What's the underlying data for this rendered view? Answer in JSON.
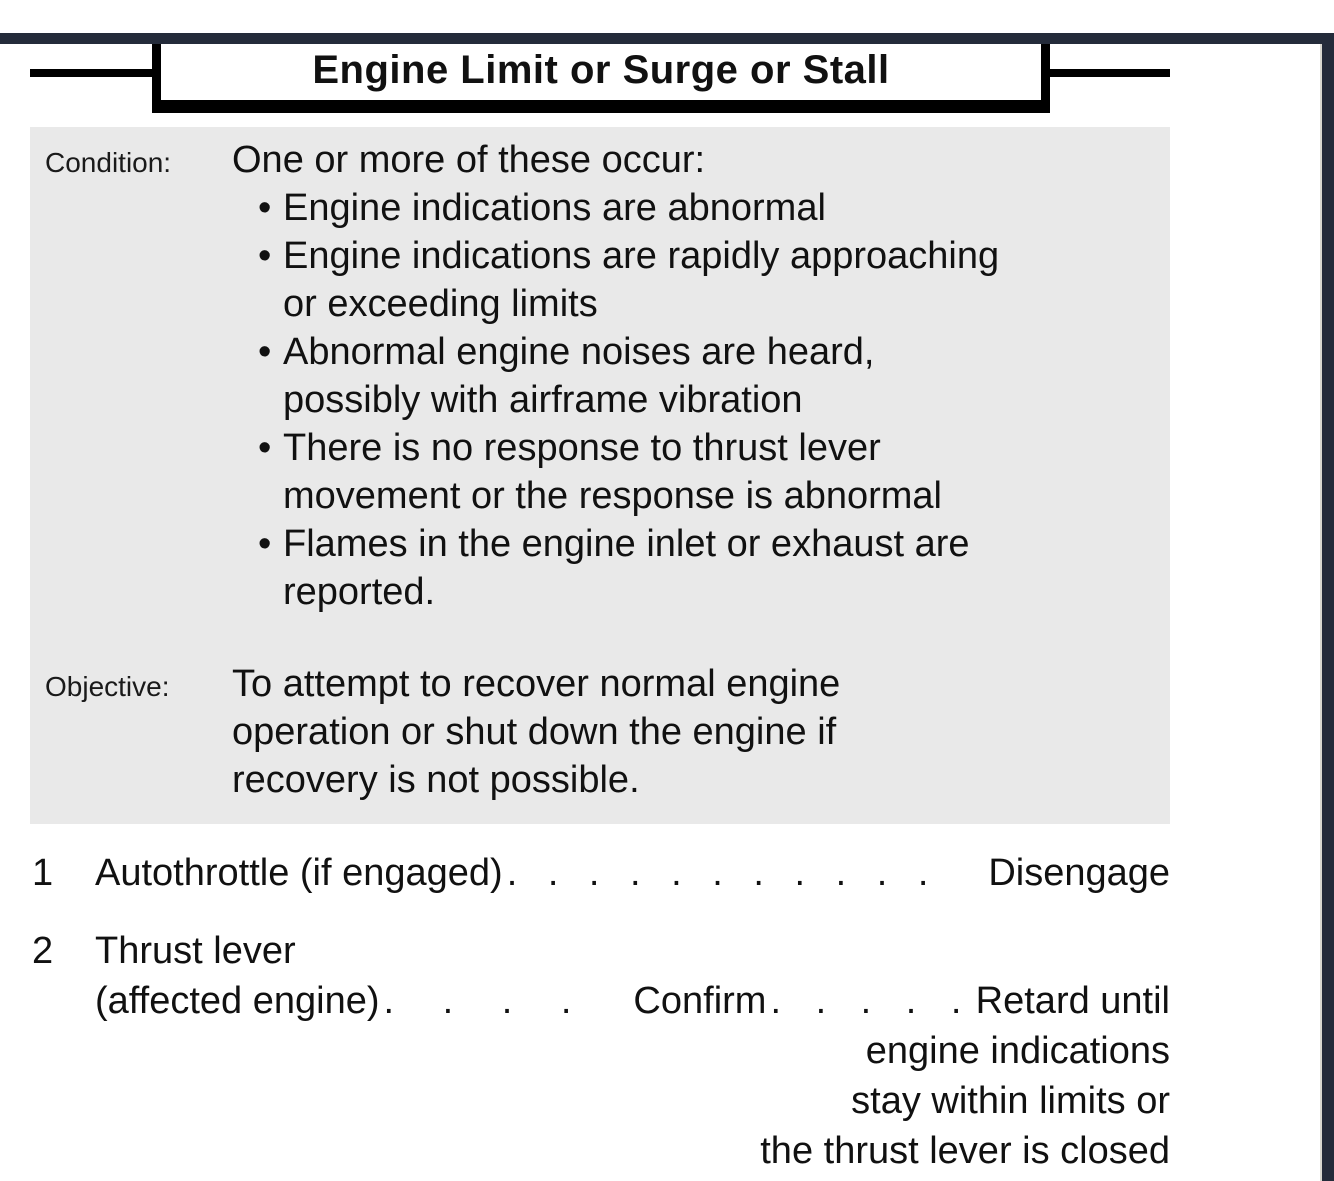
{
  "page": {
    "title": "Engine Limit or Surge or Stall"
  },
  "condition": {
    "label": "Condition:",
    "intro": "One or more of these occur:",
    "bullet_char": "•",
    "bullets": [
      "Engine indications are abnormal",
      "Engine indications are rapidly approaching\nor exceeding limits",
      "Abnormal engine noises are heard,\npossibly with airframe vibration",
      "There is no response to thrust lever\nmovement or the response is abnormal",
      "Flames in the engine inlet or exhaust are\nreported."
    ]
  },
  "objective": {
    "label": "Objective:",
    "text": "To attempt to recover normal engine\noperation or shut down the engine if\nrecovery is not possible."
  },
  "checklist": [
    {
      "number": "1",
      "challenge": "Autothrottle (if engaged)",
      "leader": ". . . . . . . . . . .",
      "response": "Disengage"
    },
    {
      "number": "2",
      "challenge_line1": "Thrust lever",
      "challenge_line2": "(affected engine)",
      "leader1": ". . . .",
      "confirm": "Confirm",
      "leader2": ". . . . .",
      "response": "Retard until",
      "response_continuation": [
        "engine indications",
        "stay within limits or",
        "the thrust lever is closed"
      ]
    }
  ],
  "colors": {
    "frame_bar": "#242b3a",
    "panel_background": "#e9e9e9",
    "text": "#111111",
    "title_border": "#000000"
  }
}
